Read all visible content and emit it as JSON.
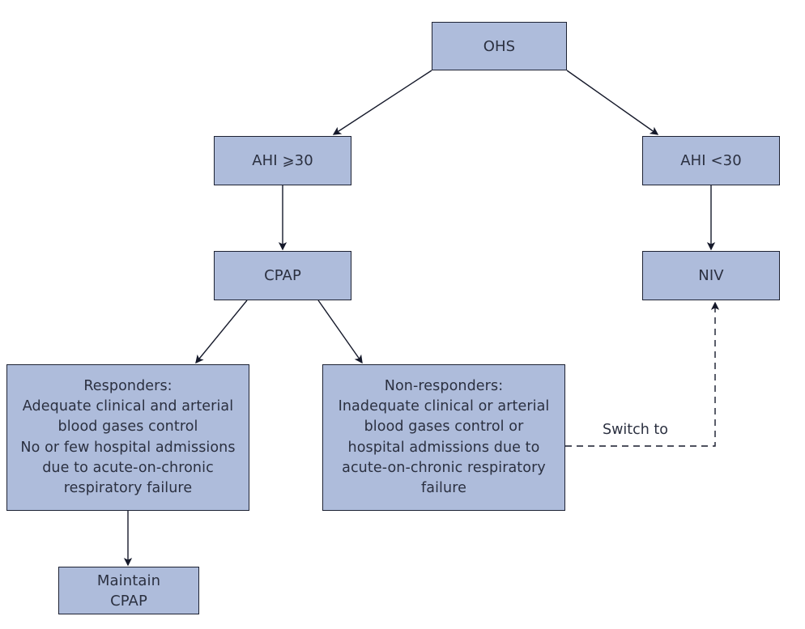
{
  "diagram": {
    "title": "OHS treatment algorithm flowchart",
    "background_color": "#ffffff",
    "node_fill_color": "#aebcdb",
    "node_border_color": "#1d2233",
    "text_color": "#2b3040",
    "nodes": {
      "ohs": "OHS",
      "ahi_high": "AHI ⩾30",
      "ahi_low": "AHI <30",
      "cpap": "CPAP",
      "niv": "NIV",
      "responders": "Responders:\nAdequate clinical and arterial\nblood gases control\nNo or few hospital admissions\ndue to acute-on-chronic\nrespiratory failure",
      "non_responders": "Non-responders:\nInadequate clinical or arterial\nblood gases control or\nhospital admissions due to\nacute-on-chronic respiratory\nfailure",
      "maintain_cpap": "Maintain\nCPAP"
    },
    "edge_labels": {
      "switch_to": "Switch to"
    }
  }
}
